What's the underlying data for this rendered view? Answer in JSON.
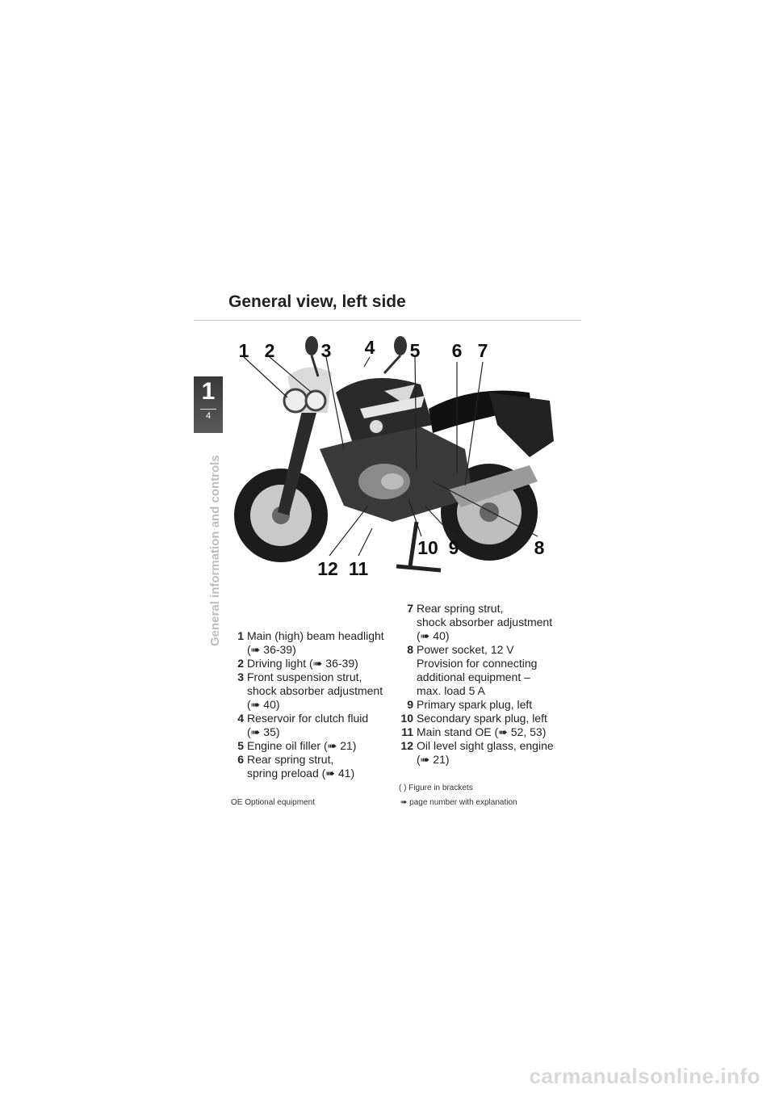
{
  "page": {
    "title": "General view, left side",
    "chapter_number": "1",
    "page_number": "4",
    "side_label": "General information and controls"
  },
  "callouts": [
    "1",
    "2",
    "3",
    "4",
    "5",
    "6",
    "7",
    "8",
    "9",
    "10",
    "11",
    "12"
  ],
  "legend": {
    "col1": [
      {
        "num": "1",
        "lines": [
          "Main (high) beam headlight",
          "(➠ 36-39)"
        ]
      },
      {
        "num": "2",
        "lines": [
          "Driving light (➠ 36-39)"
        ]
      },
      {
        "num": "3",
        "lines": [
          "Front suspension strut,",
          "shock absorber adjustment",
          "(➠ 40)"
        ]
      },
      {
        "num": "4",
        "lines": [
          "Reservoir for clutch fluid",
          "(➠ 35)"
        ]
      },
      {
        "num": "5",
        "lines": [
          "Engine oil filler (➠ 21)"
        ]
      },
      {
        "num": "6",
        "lines": [
          "Rear spring strut,",
          "spring preload (➠ 41)"
        ]
      }
    ],
    "col2": [
      {
        "num": "7",
        "lines": [
          "Rear spring strut,",
          "shock absorber adjustment",
          "(➠ 40)"
        ]
      },
      {
        "num": "8",
        "lines": [
          "Power socket, 12 V",
          "Provision for connecting",
          "additional equipment –",
          "max. load 5 A"
        ]
      },
      {
        "num": "9",
        "lines": [
          "Primary spark plug, left"
        ]
      },
      {
        "num": "10",
        "lines": [
          "Secondary spark plug, left"
        ]
      },
      {
        "num": "11",
        "lines": [
          "Main stand OE (➠ 52, 53)"
        ]
      },
      {
        "num": "12",
        "lines": [
          "Oil level sight glass, engine",
          "(➠ 21)"
        ]
      }
    ]
  },
  "footnotes": {
    "brackets": "( )  Figure in brackets",
    "optional": "OE  Optional equipment",
    "page_ref": "➠ page number with explanation"
  },
  "watermark": "carmanualsonline.info"
}
